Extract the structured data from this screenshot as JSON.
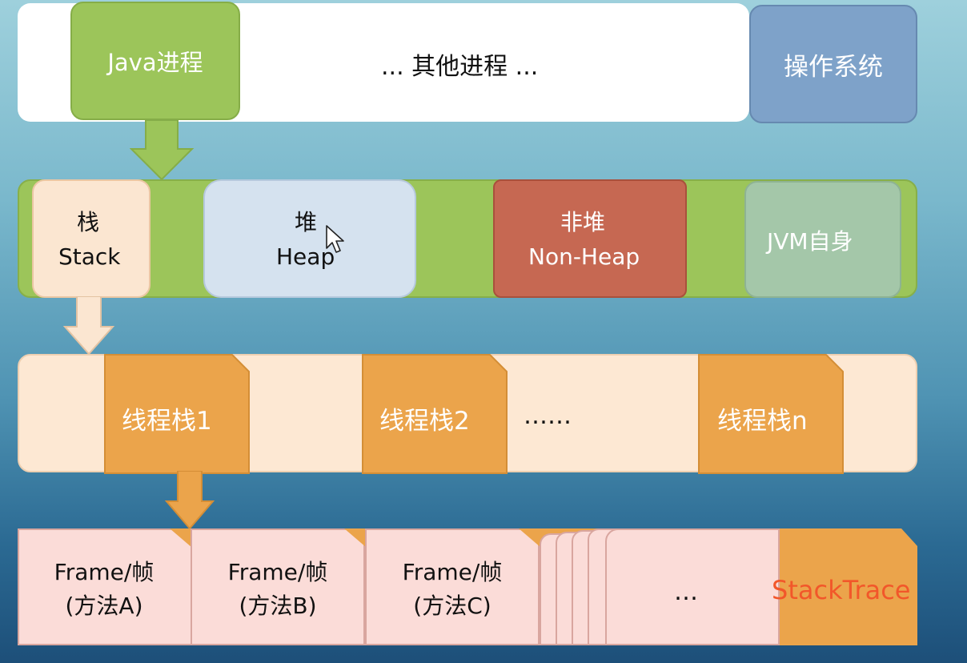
{
  "row1": {
    "java_process": "Java进程",
    "other_processes": "... 其他进程 ...",
    "os": "操作系统"
  },
  "row2": {
    "stack_cn": "栈",
    "stack_en": "Stack",
    "heap_cn": "堆",
    "heap_en": "Heap",
    "nonheap_cn": "非堆",
    "nonheap_en": "Non-Heap",
    "jvm_self": "JVM自身"
  },
  "row3": {
    "thread_stack_1": "线程栈1",
    "thread_stack_2": "线程栈2",
    "ellipsis": "……",
    "thread_stack_n": "线程栈n"
  },
  "row4": {
    "frame_a_line1": "Frame/帧",
    "frame_a_line2": "(方法A)",
    "frame_b_line1": "Frame/帧",
    "frame_b_line2": "(方法B)",
    "frame_c_line1": "Frame/帧",
    "frame_c_line2": "(方法C)",
    "frame_more": "…",
    "stacktrace": "StackTrace"
  },
  "colors": {
    "green": "#9cc55a",
    "blue": "#7ea2c9",
    "red": "#c66852",
    "orange": "#eba44b",
    "peach": "#fde8d3",
    "stacktrace": "#f2572a"
  },
  "icons": [
    "down-arrow-icon",
    "mouse-cursor-icon"
  ]
}
